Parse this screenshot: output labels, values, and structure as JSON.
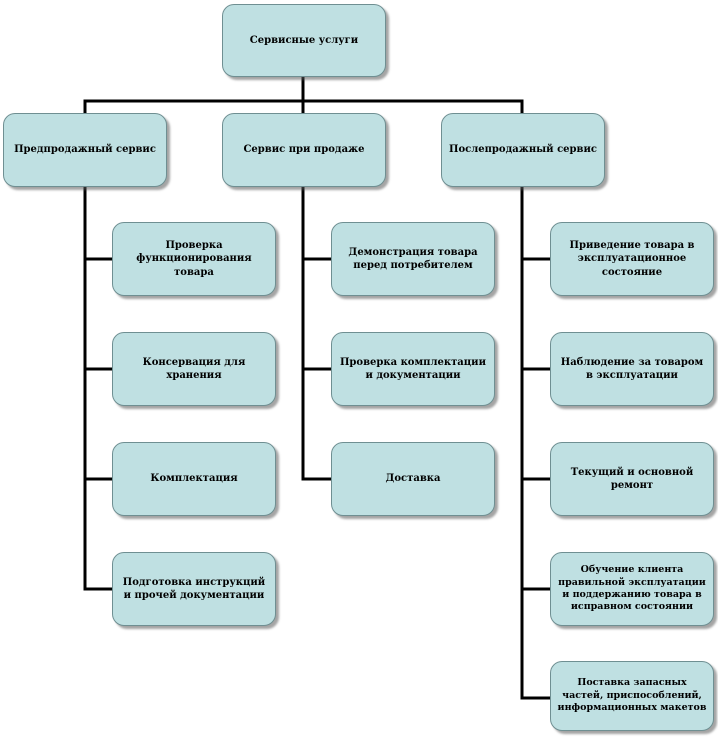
{
  "colors": {
    "box_fill": "#bfe0e2",
    "box_border": "#6f8f92",
    "connector": "#000000"
  },
  "root": {
    "label": "Сервисные услуги"
  },
  "branches": [
    {
      "label": "Предпродажный сервис",
      "children": [
        "Проверка функционирования товара",
        "Консервация для хранения",
        "Комплектация",
        "Подготовка инструкций и прочей документации"
      ]
    },
    {
      "label": "Сервис при продаже",
      "children": [
        "Демонстрация товара перед потребителем",
        "Проверка комплектации и документации",
        "Доставка"
      ]
    },
    {
      "label": "Послепродажный сервис",
      "children": [
        "Приведение товара в эксплуатационное состояние",
        "Наблюдение за товаром в эксплуатации",
        "Текущий и основной ремонт",
        "Обучение клиента правильной эксплуатации и поддержанию товара в исправном состоянии",
        "Поставка запасных частей, приспособлений, информационных макетов"
      ]
    }
  ]
}
